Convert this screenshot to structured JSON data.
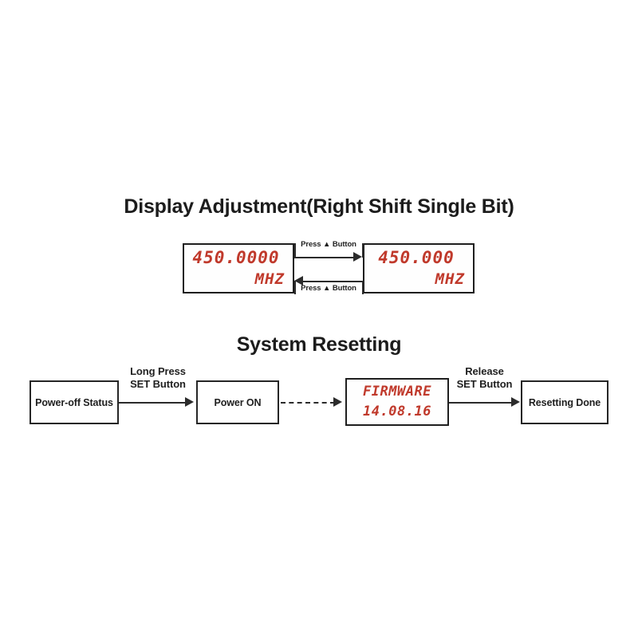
{
  "sections": [
    {
      "id": "display-adjustment",
      "title": "Display Adjustment(Right Shift Single Bit)"
    },
    {
      "id": "system-resetting",
      "title": "System Resetting"
    }
  ],
  "display_adjustment": {
    "title": "Display Adjustment(Right Shift Single Bit)",
    "lcd_left": {
      "value": "450.0000",
      "unit": "MHZ"
    },
    "lcd_right": {
      "value": "450.000",
      "unit": "MHZ"
    },
    "arrow_top_label": "Press ▲ Button",
    "arrow_bottom_label": "Press ▲ Button",
    "arrow_top_direction": "right",
    "arrow_bottom_direction": "left"
  },
  "system_resetting": {
    "title": "System Resetting",
    "steps": [
      {
        "id": "power-off-status",
        "type": "box",
        "label": "Power-off Status"
      },
      {
        "id": "power-on",
        "type": "box",
        "label": "Power ON"
      },
      {
        "id": "firmware-display",
        "type": "lcd",
        "line1": "FIRMWARE",
        "line2": "14.08.16"
      },
      {
        "id": "resetting-done",
        "type": "box",
        "label": "Resetting Done"
      }
    ],
    "connectors": [
      {
        "id": "connector-long-press",
        "label_line1": "Long Press",
        "label_line2": "SET Button",
        "style": "solid",
        "direction": "right"
      },
      {
        "id": "connector-boot",
        "label_line1": "",
        "label_line2": "",
        "style": "dash-dot",
        "direction": "right"
      },
      {
        "id": "connector-release",
        "label_line1": "Release",
        "label_line2": "SET Button",
        "style": "solid",
        "direction": "right"
      }
    ]
  },
  "colors": {
    "lcd_text": "#C0392B",
    "line": "#2b2b2b",
    "box_border": "#262626",
    "background": "#ffffff",
    "text": "#1f1f1f"
  }
}
